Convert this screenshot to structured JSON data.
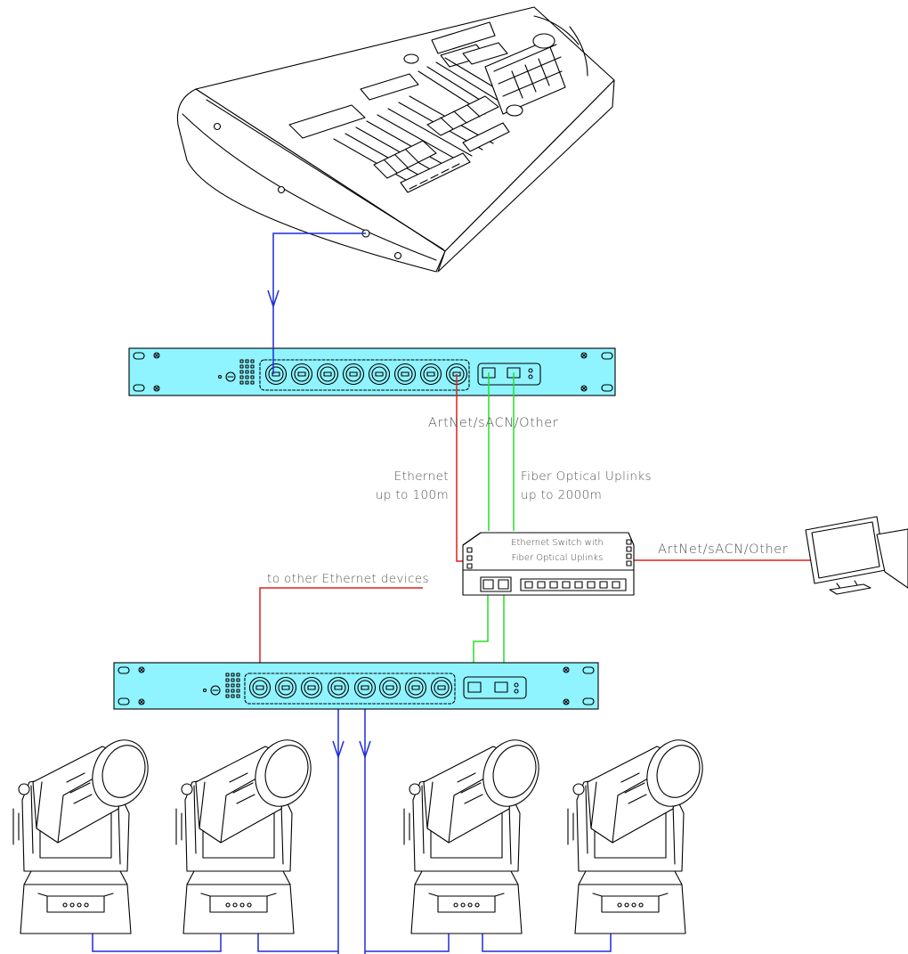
{
  "colors": {
    "rack_fill": "#8ff4ff",
    "dmx_line": "#1f2bd8",
    "ethernet_line": "#e0201c",
    "fiber_line": "#27df27",
    "label_text": "#555555"
  },
  "labels": {
    "protocol_top": "ArtNet/sACN/Other",
    "ethernet_line1": "Ethernet",
    "ethernet_line2": "up to 100m",
    "fiber_line1": "Fiber Optical Uplinks",
    "fiber_line2": "up to 2000m",
    "switch_line1": "Ethernet Switch with",
    "switch_line2": "Fiber Optical Uplinks",
    "protocol_monitor": "ArtNet/sACN/Other",
    "other_devices": "to other Ethernet devices"
  },
  "icons": {
    "console": "lighting-console-icon",
    "node": "rack-node-icon",
    "switch": "ethernet-switch-icon",
    "monitor": "monitor-icon",
    "moving_head": "moving-head-icon"
  }
}
